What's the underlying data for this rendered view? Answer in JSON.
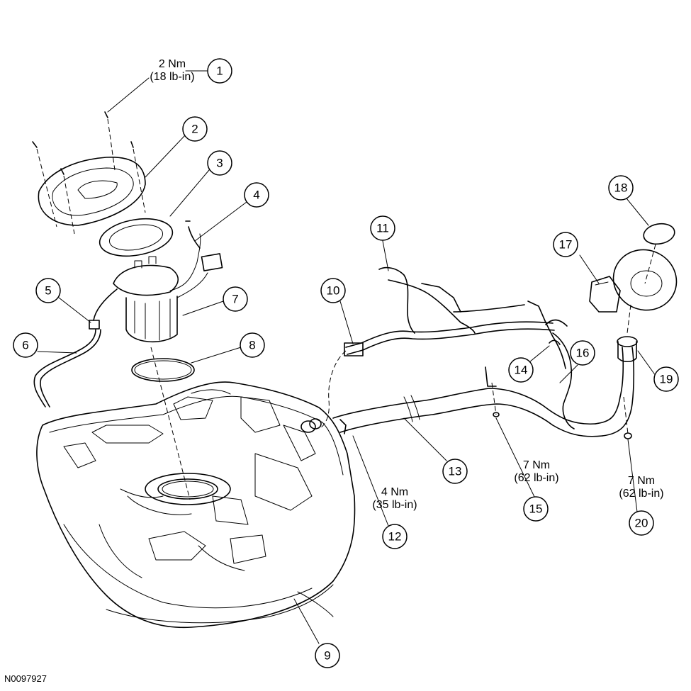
{
  "figure_id": "N0097927",
  "callouts": [
    {
      "id": "c1",
      "label": "1"
    },
    {
      "id": "c2",
      "label": "2"
    },
    {
      "id": "c3",
      "label": "3"
    },
    {
      "id": "c4",
      "label": "4"
    },
    {
      "id": "c5",
      "label": "5"
    },
    {
      "id": "c6",
      "label": "6"
    },
    {
      "id": "c7",
      "label": "7"
    },
    {
      "id": "c8",
      "label": "8"
    },
    {
      "id": "c9",
      "label": "9"
    },
    {
      "id": "c10",
      "label": "10"
    },
    {
      "id": "c11",
      "label": "11"
    },
    {
      "id": "c12",
      "label": "12"
    },
    {
      "id": "c13",
      "label": "13"
    },
    {
      "id": "c14",
      "label": "14"
    },
    {
      "id": "c15",
      "label": "15"
    },
    {
      "id": "c16",
      "label": "16"
    },
    {
      "id": "c17",
      "label": "17"
    },
    {
      "id": "c18",
      "label": "18"
    },
    {
      "id": "c19",
      "label": "19"
    },
    {
      "id": "c20",
      "label": "20"
    }
  ],
  "torque_specs": {
    "t1": {
      "metric": "2 Nm",
      "imperial": "(18 lb-in)"
    },
    "t12": {
      "metric": "4 Nm",
      "imperial": "(35 lb-in)"
    },
    "t15": {
      "metric": "7 Nm",
      "imperial": "(62 lb-in)"
    },
    "t20": {
      "metric": "7 Nm",
      "imperial": "(62 lb-in)"
    }
  }
}
